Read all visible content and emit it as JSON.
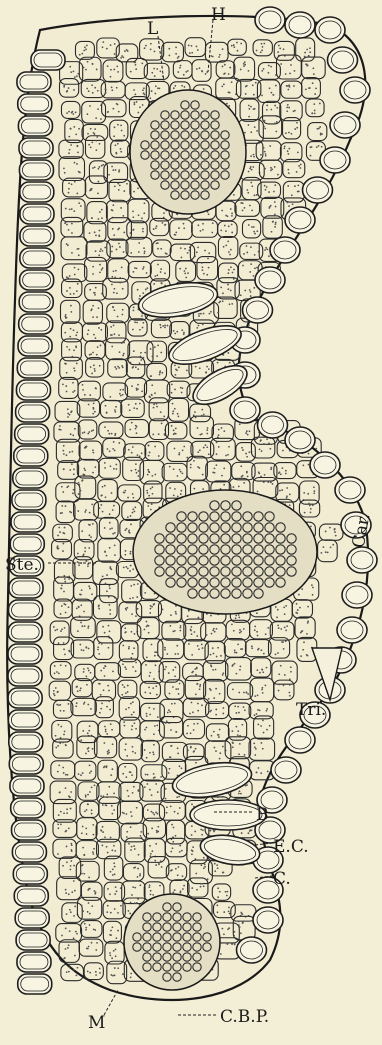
{
  "figure": {
    "labels": {
      "L": "L",
      "H": "H",
      "Ste": "Ste.",
      "Car": "Car.",
      "Tri": "Tri.",
      "B": "B",
      "EC": "E.C.",
      "C": "C.",
      "M": "M",
      "CBP": "C.B.P."
    }
  }
}
